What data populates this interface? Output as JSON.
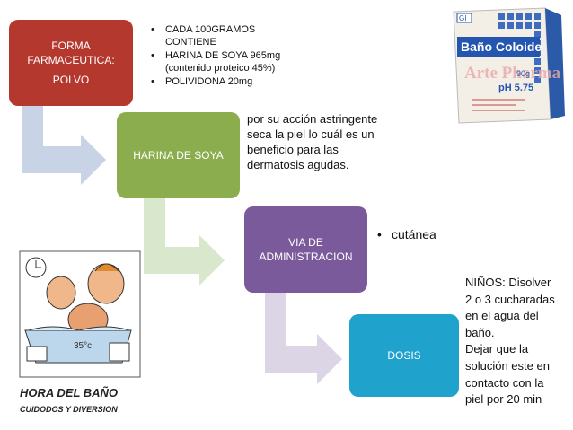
{
  "steps": [
    {
      "title_line1": "FORMA",
      "title_line2": "FARMACEUTICA:",
      "sub": "POLVO",
      "color": "#b5382f"
    },
    {
      "title": "HARINA DE SOYA",
      "color": "#8bad4e"
    },
    {
      "title_line1": "VIA DE",
      "title_line2": "ADMINISTRACION",
      "color": "#7b5a9c"
    },
    {
      "title": "DOSIS",
      "color": "#1fa3cc"
    }
  ],
  "arrow_colors": [
    "#c8d3e6",
    "#d9e7cc",
    "#dcd5e6",
    "#f2e6e6"
  ],
  "composition": [
    {
      "line1": "CADA 100GRAMOS",
      "line2": "CONTIENE"
    },
    {
      "line1": "HARINA DE SOYA  965mg",
      "line2": "(contenido proteico 45%)"
    },
    {
      "line1": "POLIVIDONA  20mg",
      "line2": ""
    }
  ],
  "soya_note": [
    "por su acción astringente",
    "seca la piel lo cuál es un",
    "beneficio para las",
    "dermatosis agudas."
  ],
  "via_items": [
    "cutánea"
  ],
  "dose_note": [
    "NIÑOS: Disolver",
    "2 o 3 cucharadas",
    "en el agua del",
    "baño.",
    "Dejar que la",
    "solución este en",
    "contacto con la",
    "piel por 20 min"
  ],
  "product": {
    "brand": "Baño Coloide",
    "logo": "GI",
    "weight": "90g",
    "ph": "pH 5.75",
    "watermark": "Arte Pharma"
  },
  "cartoon": {
    "caption_line1": "HORA DEL BAÑO",
    "caption_line2": "CUIDODOS Y DIVERSION",
    "temp": "35°c"
  }
}
